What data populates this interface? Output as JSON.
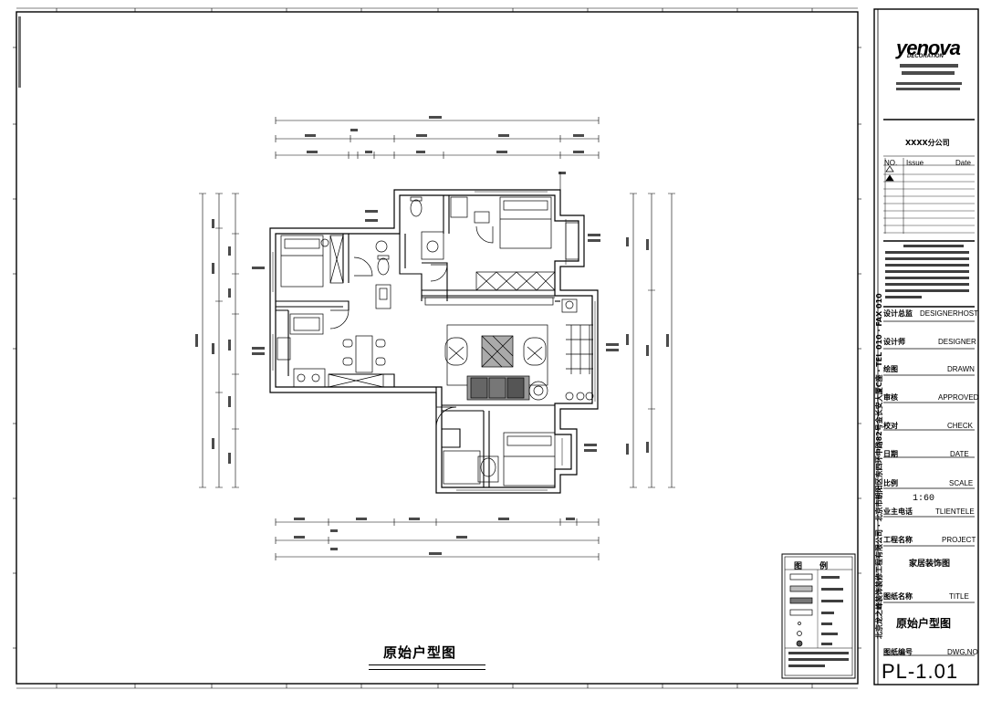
{
  "title_block": {
    "logo_text": "yenova",
    "logo_subtitle": "DECORATION",
    "company_tag": "XXXX分公司",
    "revision_headers": [
      "NO.",
      "Issue",
      "Date"
    ],
    "fields": [
      {
        "label_cn": "设计总监",
        "label_en": "DESIGNERHOST"
      },
      {
        "label_cn": "设计师",
        "label_en": "DESIGNER"
      },
      {
        "label_cn": "绘图",
        "label_en": "DRAWN"
      },
      {
        "label_cn": "审核",
        "label_en": "APPROVED"
      },
      {
        "label_cn": "校对",
        "label_en": "CHECK"
      },
      {
        "label_cn": "日期",
        "label_en": "DATE"
      },
      {
        "label_cn": "比例",
        "label_en": "SCALE"
      },
      {
        "label_cn": "业主电话",
        "label_en": "TLIENTELE"
      },
      {
        "label_cn": "工程名称",
        "label_en": "PROJECT"
      },
      {
        "label_cn": "图纸名称",
        "label_en": "TITLE"
      },
      {
        "label_cn": "图纸编号",
        "label_en": "DWG,NO"
      }
    ],
    "scale": "1:60",
    "project_name": "家居装饰图",
    "drawing_name": "原始户型图",
    "sheet_number": "PL-1.01"
  },
  "drawing": {
    "title": "原始户型图"
  },
  "legend": {
    "title": "图 例"
  }
}
